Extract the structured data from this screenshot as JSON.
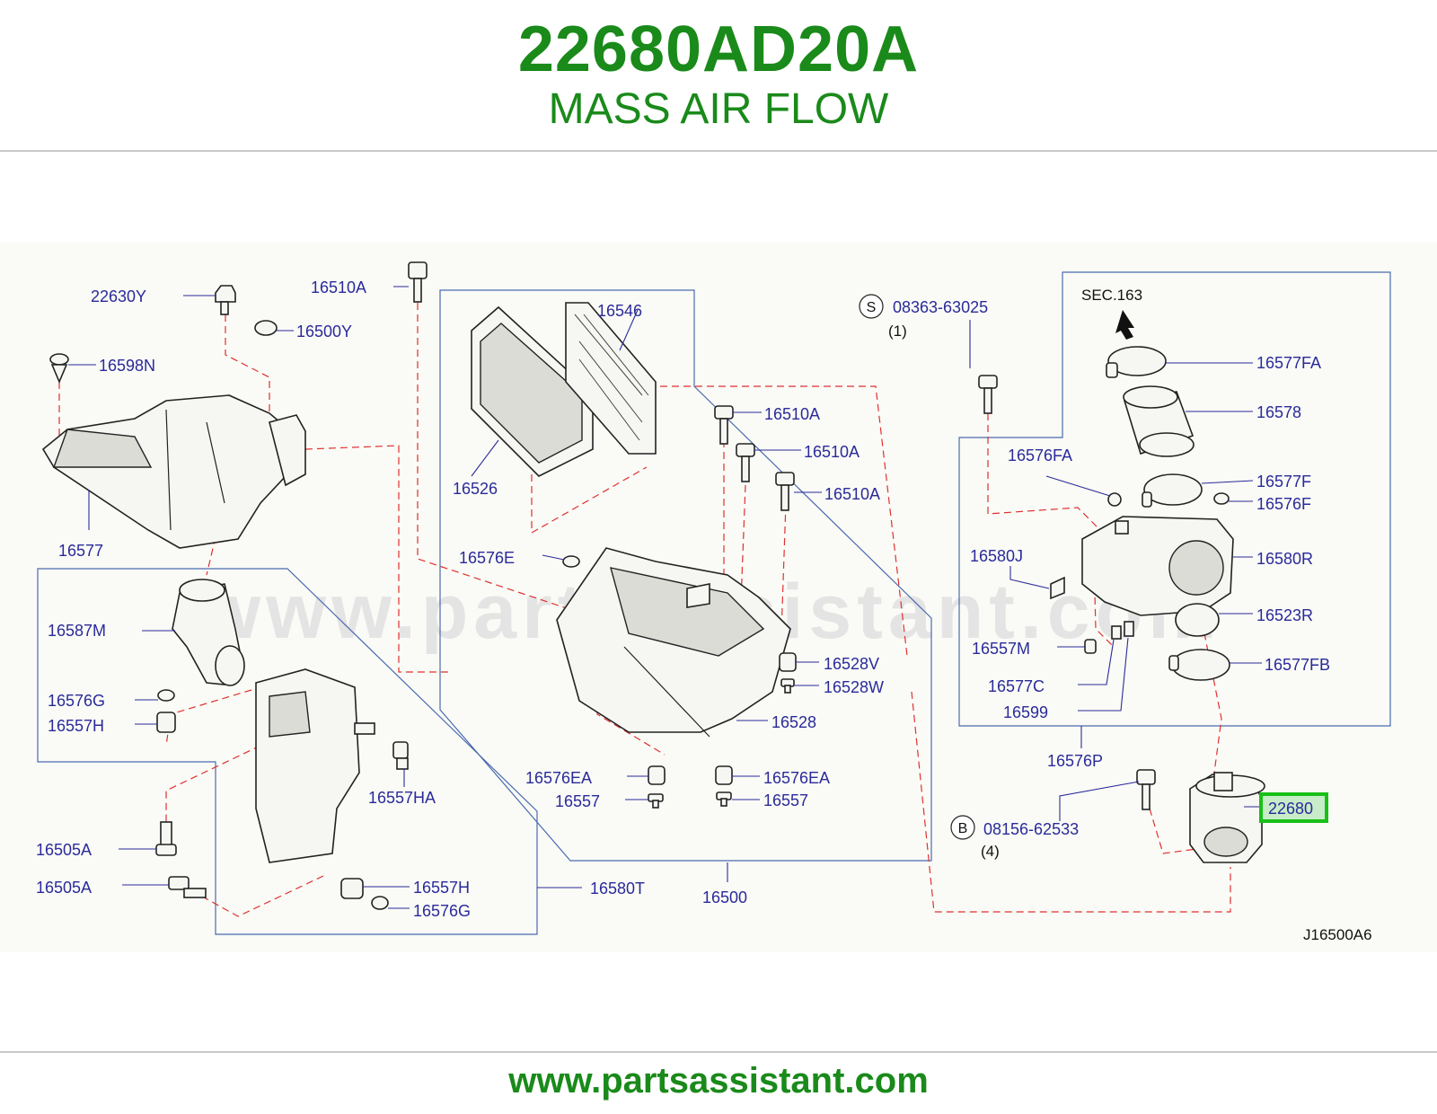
{
  "header": {
    "part_number": "22680AD20A",
    "part_name": "MASS AIR FLOW"
  },
  "diagram": {
    "watermark": "www.partsassistant.com",
    "figure_code": "J16500A6",
    "section_ref": "SEC.163",
    "highlight_color": "#18c018",
    "labels": {
      "l22630y": "22630Y",
      "l16510a_top": "16510A",
      "l16500y": "16500Y",
      "l16598n": "16598N",
      "l16577": "16577",
      "l16587m": "16587M",
      "l16576g_l": "16576G",
      "l16557h_l": "16557H",
      "l16505a_1": "16505A",
      "l16505a_2": "16505A",
      "l16557ha": "16557HA",
      "l16557h_b": "16557H",
      "l16576g_b": "16576G",
      "l16580t": "16580T",
      "l16546": "16546",
      "l16526": "16526",
      "l16510a_1": "16510A",
      "l16510a_2": "16510A",
      "l16510a_3": "16510A",
      "l16576e": "16576E",
      "l16528v": "16528V",
      "l16528w": "16528W",
      "l16528": "16528",
      "l16576ea_l": "16576EA",
      "l16557_l": "16557",
      "l16576ea_r": "16576EA",
      "l16557_r": "16557",
      "l16500": "16500",
      "l08363": "08363-63025",
      "l08363_qty": "(1)",
      "l16577fa": "16577FA",
      "l16578": "16578",
      "l16576fa": "16576FA",
      "l16577f": "16577F",
      "l16576f": "16576F",
      "l16580r": "16580R",
      "l16580j": "16580J",
      "l16523r": "16523R",
      "l16557m": "16557M",
      "l16577fb": "16577FB",
      "l16577c": "16577C",
      "l16599": "16599",
      "l16576p": "16576P",
      "l08156": "08156-62533",
      "l08156_qty": "(4)",
      "l22680": "22680",
      "circle_s": "S",
      "circle_b": "B"
    }
  },
  "footer": {
    "url": "www.partsassistant.com"
  }
}
